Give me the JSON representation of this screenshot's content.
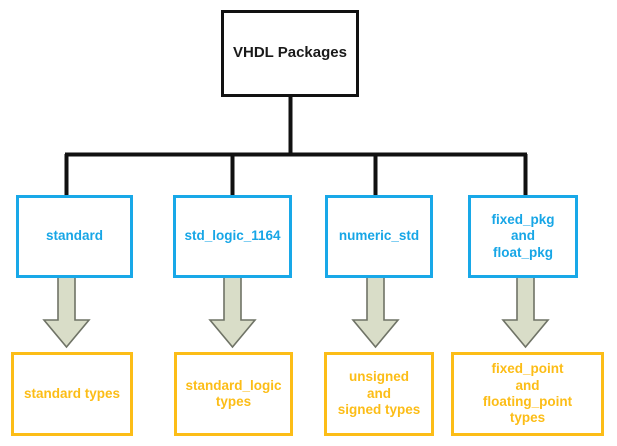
{
  "diagram": {
    "title": "VHDL Packages",
    "root": {
      "label": "VHDL Packages",
      "border_color": "#111111",
      "text_color": "#1a1a1a"
    },
    "packages": [
      {
        "label": "standard",
        "border_color": "#18a8e8",
        "text_color": "#17a6e6"
      },
      {
        "label": "std_logic_1164",
        "border_color": "#18a8e8",
        "text_color": "#17a6e6"
      },
      {
        "label": "numeric_std",
        "border_color": "#18a8e8",
        "text_color": "#17a6e6"
      },
      {
        "label": "fixed_pkg\nand\nfloat_pkg",
        "border_color": "#18a8e8",
        "text_color": "#17a6e6"
      }
    ],
    "types": [
      {
        "label": "standard types",
        "border_color": "#fcbd17",
        "text_color": "#fcbd17"
      },
      {
        "label": "standard_logic\ntypes",
        "border_color": "#fcbd17",
        "text_color": "#fcbd17"
      },
      {
        "label": "unsigned\nand\nsigned types",
        "border_color": "#fcbd17",
        "text_color": "#fcbd17"
      },
      {
        "label": "fixed_point\nand\nfloating_point\ntypes",
        "border_color": "#fcbd17",
        "text_color": "#fcbd17"
      }
    ],
    "connectors": {
      "line_color": "#111111",
      "arrow_fill": "#d9ddc8",
      "arrow_stroke": "#6f7366"
    }
  }
}
